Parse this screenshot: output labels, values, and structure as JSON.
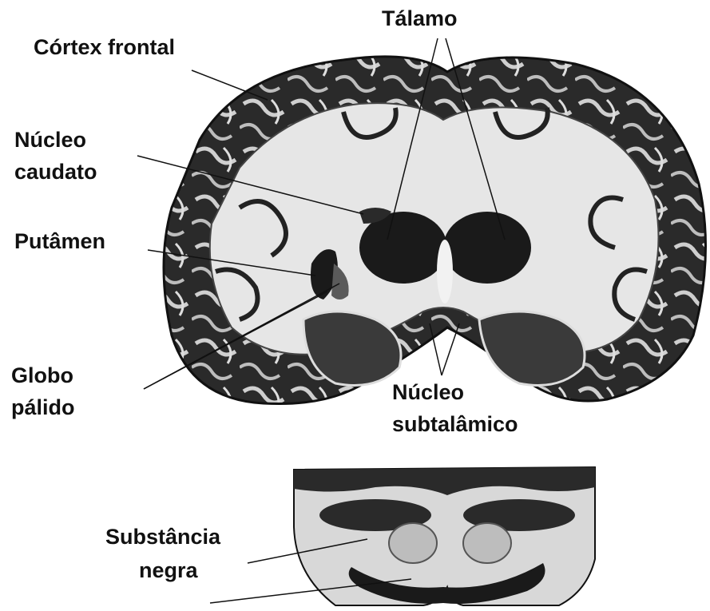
{
  "labels": {
    "talamo": "Tálamo",
    "cortex_frontal": "Córtex frontal",
    "nucleo_caudato_line1": "Núcleo",
    "nucleo_caudato_line2": "caudato",
    "putamen": "Putâmen",
    "globo_palido_line1": "Globo",
    "globo_palido_line2": "pálido",
    "nucleo_subtalamico_line1": "Núcleo",
    "nucleo_subtalamico_line2": "subtalâmico",
    "substancia_negra_line1": "Substância",
    "substancia_negra_line2": "negra"
  },
  "colors": {
    "tissue_dark": "#1a1a1a",
    "tissue_mid": "#6e6e6e",
    "tissue_light": "#d9d9d9",
    "background": "#ffffff",
    "text": "#111111"
  }
}
